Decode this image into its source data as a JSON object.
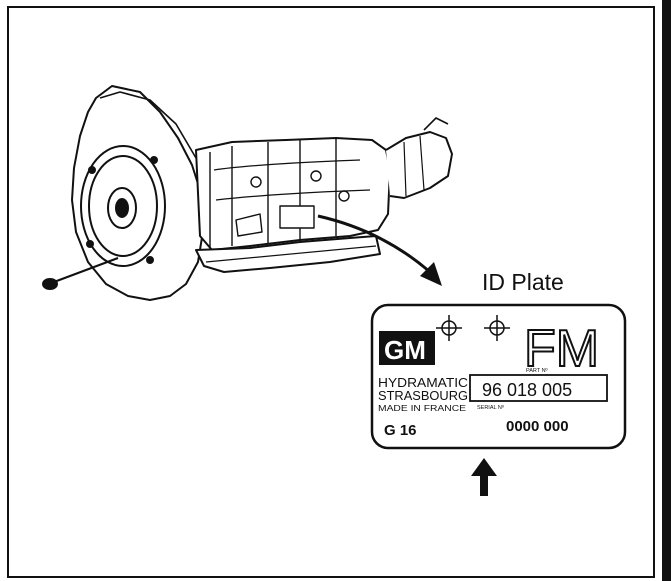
{
  "figure": {
    "label": "ID Plate"
  },
  "plate": {
    "logo": "GM",
    "code": "FM",
    "maker_line1": "HYDRAMATIC",
    "maker_line2": "STRASBOURG",
    "maker_line3": "MADE IN FRANCE",
    "part_label": "PART Nº",
    "part_number": "96 018 005",
    "serial_label": "SERIAL Nº",
    "model": "G 16",
    "serial_number": "0000 000"
  }
}
